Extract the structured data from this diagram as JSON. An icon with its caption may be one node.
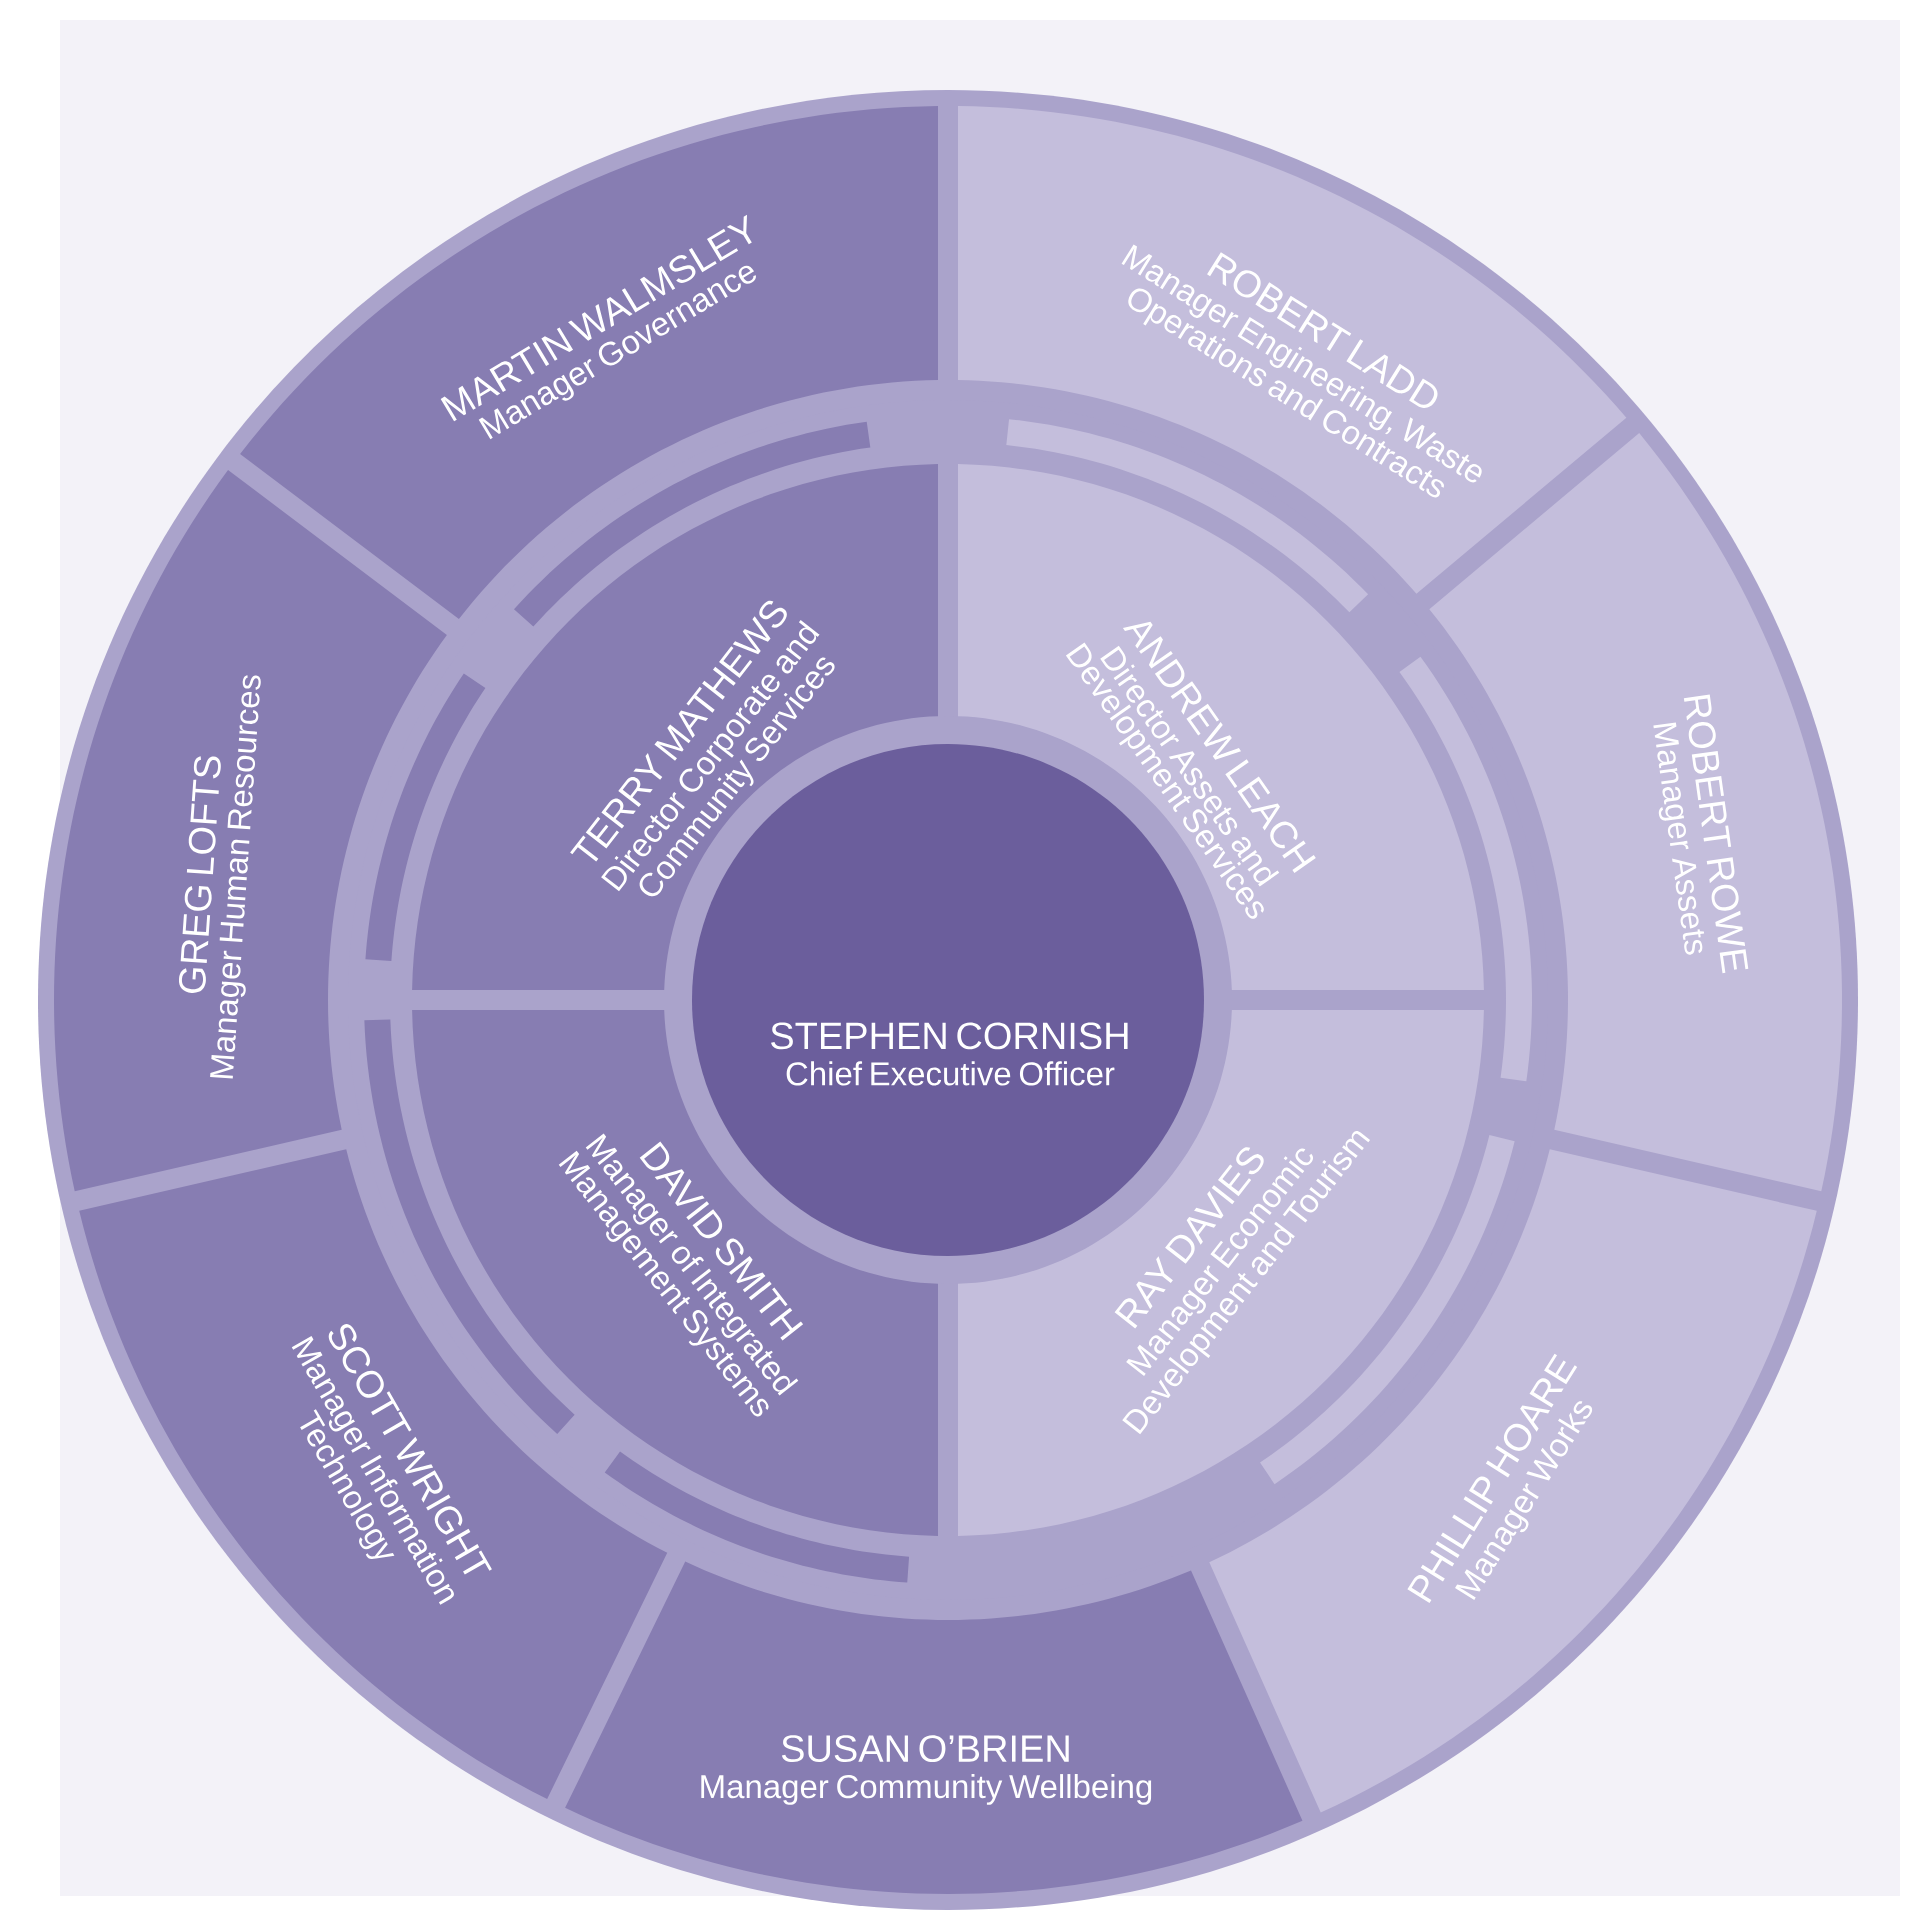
{
  "diagram": {
    "nodes": [
      {
        "text": [
          "STEPHEN CORNISH",
          "Chief Executive Officer"
        ]
      },
      {
        "text": [
          "TERRY MATHEWS",
          "Director Corporate and Community Services"
        ]
      },
      {
        "text": [
          "ANDREW LEACH",
          "Director Assets and Development Services"
        ]
      },
      {
        "text": [
          "DAVID SMITH",
          "Manager of Integrated Management Systems"
        ]
      },
      {
        "text": [
          "RAY DAVIES",
          "Manager Economic Development and Tourism"
        ]
      },
      {
        "text": [
          "MARTIN WALMSLEY",
          "Manager Governance"
        ]
      },
      {
        "text": [
          "ROBERT LADD",
          "Manager Engineering, Waste Operations and Contracts"
        ]
      },
      {
        "text": [
          "GREG LOFTS",
          "Manager Human Resources"
        ]
      },
      {
        "text": [
          "ROBERT ROWE",
          "Manager Assets"
        ]
      },
      {
        "text": [
          "SCOTT WRIGHT",
          "Manager Information Technology"
        ]
      },
      {
        "text": [
          "PHILLIP HOARE",
          "Manager Works"
        ]
      },
      {
        "text": [
          "SUSAN O’BRIEN",
          "Manager Community Wellbeing"
        ]
      }
    ]
  }
}
